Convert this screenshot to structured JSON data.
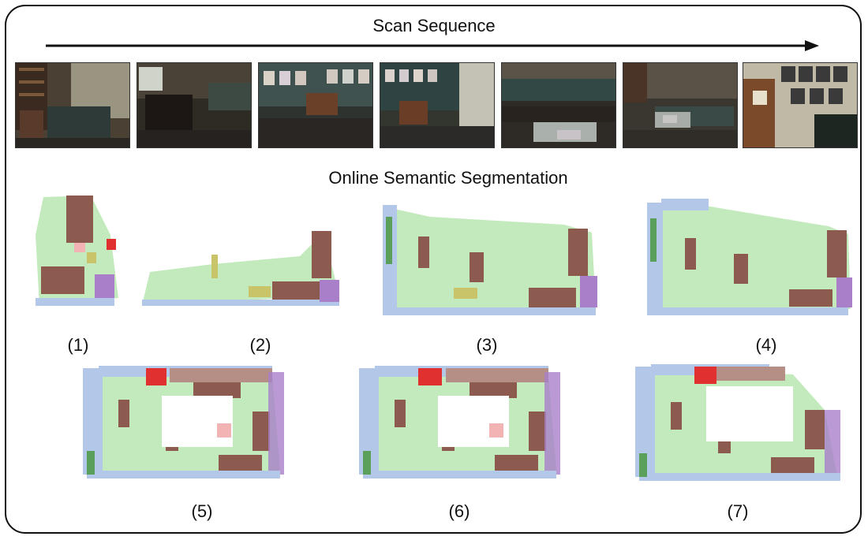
{
  "header": {
    "title": "Scan Sequence"
  },
  "photos": [
    "scan-photo-1",
    "scan-photo-2",
    "scan-photo-3",
    "scan-photo-4",
    "scan-photo-5",
    "scan-photo-6",
    "scan-photo-7"
  ],
  "segmentation": {
    "title": "Online Semantic Segmentation",
    "captions": [
      "(1)",
      "(2)",
      "(3)",
      "(4)",
      "(5)",
      "(6)",
      "(7)"
    ]
  },
  "colors": {
    "floor": "#b9e6b0",
    "wall": "#b3c8e8",
    "sofa": "#8c5a4e",
    "chair": "#c9c46a",
    "table": "#f1b3b3",
    "other": "#a97fc9",
    "picture": "#e03030",
    "bookshelf": "#5aa05a"
  }
}
